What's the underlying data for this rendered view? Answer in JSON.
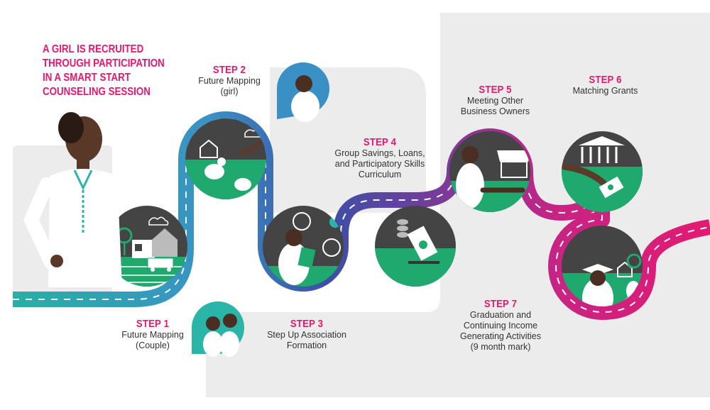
{
  "intro": {
    "lines": [
      "A GIRL IS RECRUITED",
      "THROUGH PARTICIPATION",
      "IN A SMART START",
      "COUNSELING SESSION"
    ]
  },
  "steps": [
    {
      "title": "STEP 1",
      "desc": [
        "Future Mapping",
        "(Couple)"
      ]
    },
    {
      "title": "STEP 2",
      "desc": [
        "Future Mapping",
        "(girl)"
      ]
    },
    {
      "title": "STEP 3",
      "desc": [
        "Step Up Association",
        "Formation"
      ]
    },
    {
      "title": "STEP 4",
      "desc": [
        "Group Savings, Loans,",
        "and Participatory Skills",
        "Curriculum"
      ]
    },
    {
      "title": "STEP 5",
      "desc": [
        "Meeting Other",
        "Business Owners"
      ]
    },
    {
      "title": "STEP 6",
      "desc": [
        "Matching Grants"
      ]
    },
    {
      "title": "STEP 7",
      "desc": [
        "Graduation and",
        "Continuing Income",
        "Generating Activities",
        "(9 month mark)"
      ]
    }
  ],
  "colors": {
    "accent": "#e6186e",
    "road_teal": "#2bb5a8",
    "road_blue": "#3a8fc4",
    "road_indigo": "#3b4fa5",
    "road_purple": "#7a3c97",
    "road_magenta": "#d81f7a",
    "ground_green": "#1fa96e",
    "sky_dark": "#444444",
    "backdrop_gray": "#ececec"
  },
  "icons": [
    "house-icon",
    "truck-icon",
    "tree-icon",
    "chicken-icon",
    "people-network-icon",
    "coins-icon",
    "banknote-icon",
    "shop-icon",
    "handshake-icon",
    "bank-building-icon",
    "money-hand-icon",
    "graduation-cap-icon"
  ]
}
